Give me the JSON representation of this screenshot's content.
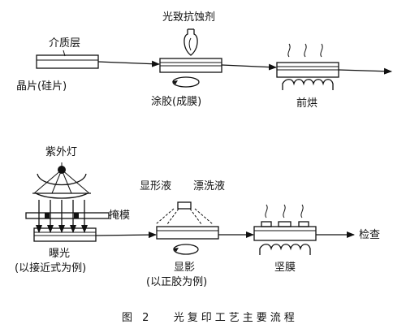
{
  "labels": {
    "photoresist": "光致抗蚀剂",
    "dielectric": "介质层",
    "wafer": "晶片(硅片)",
    "coating": "涂胶(成膜)",
    "prebake": "前烘",
    "uv_lamp": "紫外灯",
    "mask": "掩模",
    "exposure": "曝光",
    "exposure_note": "(以接近式为例)",
    "developer": "显形液",
    "rinse": "漂洗液",
    "develop": "显影",
    "develop_note": "(以正胶为例)",
    "hardbake": "坚膜",
    "inspect": "检查"
  },
  "caption": {
    "figure": "图 2",
    "title": "光复印工艺主要流程"
  }
}
